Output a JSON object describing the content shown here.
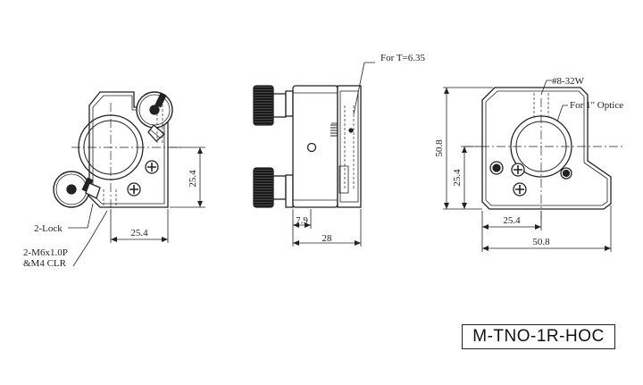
{
  "drawing": {
    "front_view": {
      "lock_label": "2-Lock",
      "mount_label_line1": "2-M6x1.0P",
      "mount_label_line2": "&M4 CLR",
      "dim_height": "25.4",
      "dim_width": "25.4"
    },
    "side_view": {
      "thickness_label": "For T=6.35",
      "dim_offset": "7.9",
      "dim_depth": "28"
    },
    "back_view": {
      "thread_label": "#8-32W",
      "optic_label": "For 1\" Optice",
      "dim_total_height": "50.8",
      "dim_height": "25.4",
      "dim_width": "25.4",
      "dim_total_width": "50.8"
    }
  },
  "model": {
    "name": "M-TNO-1R-HOC"
  }
}
